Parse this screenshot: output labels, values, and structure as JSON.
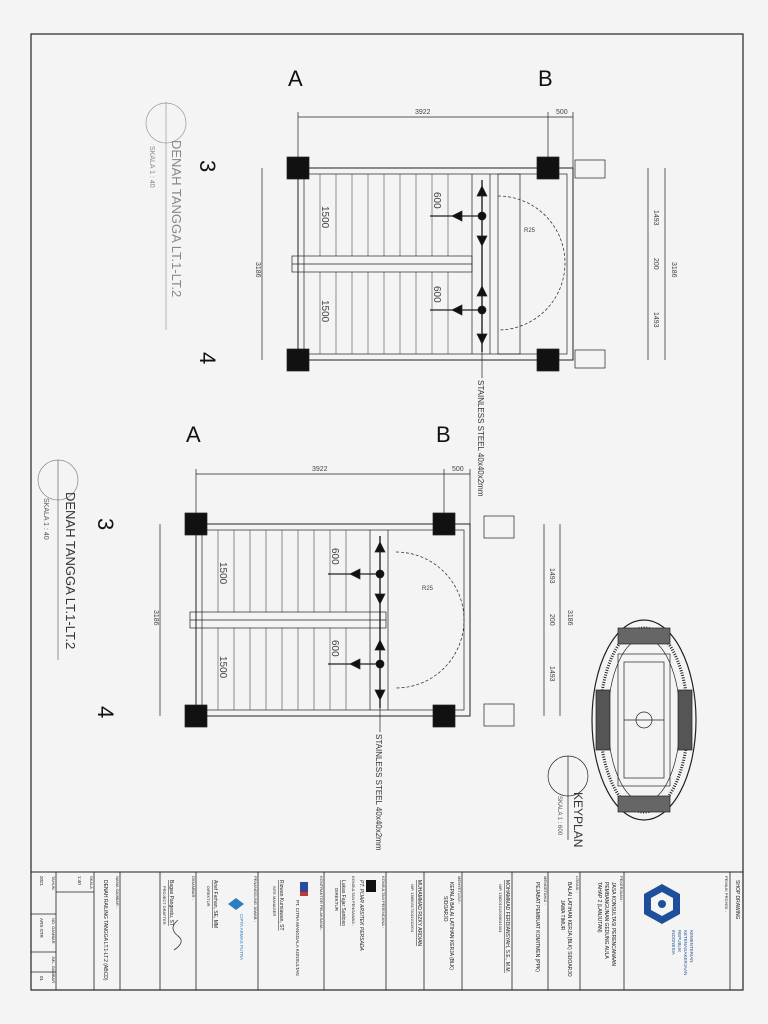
{
  "grid": {
    "a": "A",
    "b": "B",
    "three": "3",
    "four": "4"
  },
  "dims": {
    "width_main": "3922",
    "width_side": "500",
    "depth": "3186",
    "flight": "1500",
    "landing": "600",
    "half_a": "1493",
    "gap": "200",
    "half_b": "1493",
    "radius": "R25"
  },
  "views": [
    {
      "title": "DENAH TANGGA LT.1-LT.2",
      "scale": "SKALA 1 : 40",
      "railing": "STAINLESS STEEL  40x40x2mm"
    },
    {
      "title": "DENAH TANGGA LT.1-LT.2",
      "scale": "SKALA 1 : 40",
      "railing": "STAINLESS STEEL  40x40x2mm"
    }
  ],
  "keyplan": {
    "title": "KEYPLAN",
    "scale": "SKALA 1 : 600"
  },
  "titleblock": {
    "sheet_label": "SHOP DRAWING",
    "owner_label": "PEMILIK PROYEK :",
    "ministry": [
      "KEMENTERIAN",
      "KETENAGAKERJAAN",
      "REPUBLIK",
      "INDONESIA"
    ],
    "project_label": "PEKERJAAN :",
    "project": [
      "JASA KONSULTASI PERENCANAAN",
      "PEMBANGUNAN GEDUNG AULA",
      "TAHAP 2 (LANJUTAN)"
    ],
    "location_label": "LOKASI :",
    "location": [
      "BALAI LATIHAN KERJA (BLK) SIDOARJO",
      "JAWA TIMUR"
    ],
    "ppk_label": "MENGETAHUI :",
    "ppk_role": "PEJABAT PEMBUAT KOMITMEN (PPK)",
    "ppk_name": "MOHAMMAD FERDIANSYAH, S.E., M.M.",
    "ppk_nip": "NIP. 198201012006041004",
    "head_label": "MENYETUJUI :",
    "head_role": [
      "KEPALA BALAI LATIHAN KERJA (BLK)",
      "SIDOARJO"
    ],
    "head_name": "MUHAMMAD RIZKY ARDIAN",
    "head_nip": "NIP. 198503172011011004",
    "planner_label": "KONSULTAN PERENCANA :",
    "planner_firm": "PT. PIJAR ARSITEK PERSADA",
    "supervisor_label": "KONSULTAN PENGAWAS :",
    "supervisor_firm": "PT. CIPTA KARYA GUNA",
    "supervisor_name": "Lukas Fajar Santoso",
    "supervisor_role": "DIREKTUR",
    "contractor_label": "KONTRAKTOR PELAKSANA :",
    "contractor_firm": "PT. CITRA MANGGALA KONSULTAN",
    "contractor_name": "Rizwan Kurniawan, ST",
    "contractor_role": "SITE MANAGER",
    "pj_label": "PENANGGUNG JAWAB :",
    "pj_firm": "CIPTA ARMAS PUTRA",
    "pj_name": "Arief Farhan, SE, MM",
    "pj_role": "DIREKTUR",
    "drafter_label": "DIGAMBAR :",
    "drafter_name": "Bagas Pangestu, ST",
    "drafter_role": "PROJECT DRAFTER",
    "drawing_label": "NAMA GAMBAR :",
    "drawing_name": "DENAH RAILING TANGGA LT.1-LT.2 (ABCD)",
    "meta_cols": [
      "SKALA",
      "TAHUN",
      "NO. GAMBAR",
      "JML. GAMBAR"
    ],
    "meta_vals": [
      "1:40",
      "2021",
      "ARS-STR",
      "01"
    ]
  },
  "colors": {
    "ink": "#1a1a1a",
    "pale": "#9a9a9a",
    "paper": "#f4f4f4"
  }
}
